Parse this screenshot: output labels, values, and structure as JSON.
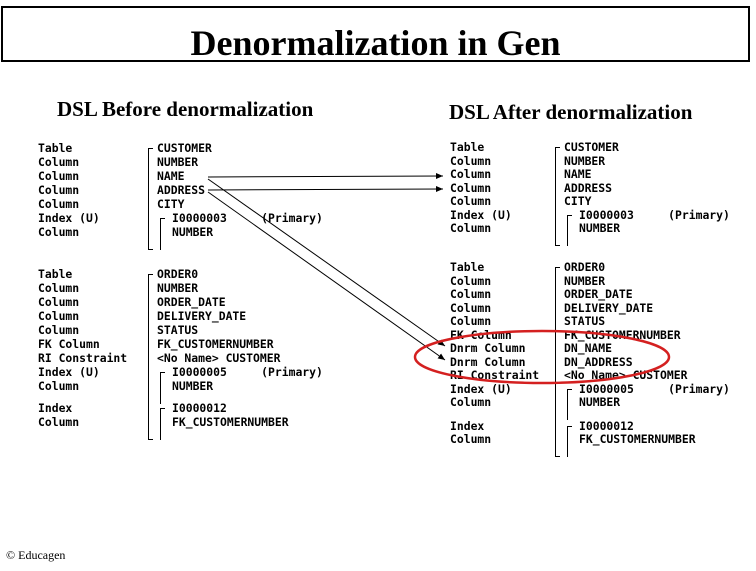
{
  "title": "Denormalization in Gen",
  "before": {
    "heading": "DSL Before denormalization",
    "customer": {
      "rows": [
        {
          "label": "Table",
          "value": "CUSTOMER"
        },
        {
          "label": "Column",
          "value": "NUMBER"
        },
        {
          "label": "Column",
          "value": "NAME"
        },
        {
          "label": "Column",
          "value": "ADDRESS"
        },
        {
          "label": "Column",
          "value": "CITY"
        },
        {
          "label": "Index (U)",
          "value": "I0000003     (Primary)"
        },
        {
          "label": "Column",
          "value": "NUMBER"
        }
      ]
    },
    "order": {
      "rows": [
        {
          "label": "Table",
          "value": "ORDER0"
        },
        {
          "label": "Column",
          "value": "NUMBER"
        },
        {
          "label": "Column",
          "value": "ORDER_DATE"
        },
        {
          "label": "Column",
          "value": "DELIVERY_DATE"
        },
        {
          "label": "Column",
          "value": "STATUS"
        },
        {
          "label": "FK Column",
          "value": "FK_CUSTOMERNUMBER"
        },
        {
          "label": "RI Constraint",
          "value": "<No Name> CUSTOMER"
        },
        {
          "label": "Index (U)",
          "value": "I0000005     (Primary)"
        },
        {
          "label": "Column",
          "value": "NUMBER"
        },
        {
          "label": "Index",
          "value": "I0000012"
        },
        {
          "label": "Column",
          "value": "FK_CUSTOMERNUMBER"
        }
      ]
    }
  },
  "after": {
    "heading": "DSL After denormalization",
    "customer": {
      "rows": [
        {
          "label": "Table",
          "value": "CUSTOMER"
        },
        {
          "label": "Column",
          "value": "NUMBER"
        },
        {
          "label": "Column",
          "value": "NAME"
        },
        {
          "label": "Column",
          "value": "ADDRESS"
        },
        {
          "label": "Column",
          "value": "CITY"
        },
        {
          "label": "Index (U)",
          "value": "I0000003     (Primary)"
        },
        {
          "label": "Column",
          "value": "NUMBER"
        }
      ]
    },
    "order": {
      "rows": [
        {
          "label": "Table",
          "value": "ORDER0"
        },
        {
          "label": "Column",
          "value": "NUMBER"
        },
        {
          "label": "Column",
          "value": "ORDER_DATE"
        },
        {
          "label": "Column",
          "value": "DELIVERY_DATE"
        },
        {
          "label": "Column",
          "value": "STATUS"
        },
        {
          "label": "FK Column",
          "value": "FK_CUSTOMERNUMBER"
        },
        {
          "label": "Dnrm Column",
          "value": "DN_NAME"
        },
        {
          "label": "Dnrm Column",
          "value": "DN_ADDRESS"
        },
        {
          "label": "RI Constraint",
          "value": "<No Name> CUSTOMER"
        },
        {
          "label": "Index (U)",
          "value": "I0000005     (Primary)"
        },
        {
          "label": "Column",
          "value": "NUMBER"
        },
        {
          "label": "Index",
          "value": "I0000012"
        },
        {
          "label": "Column",
          "value": "FK_CUSTOMERNUMBER"
        }
      ]
    }
  },
  "highlight_color": "#d42020",
  "copyright": "© Educagen"
}
